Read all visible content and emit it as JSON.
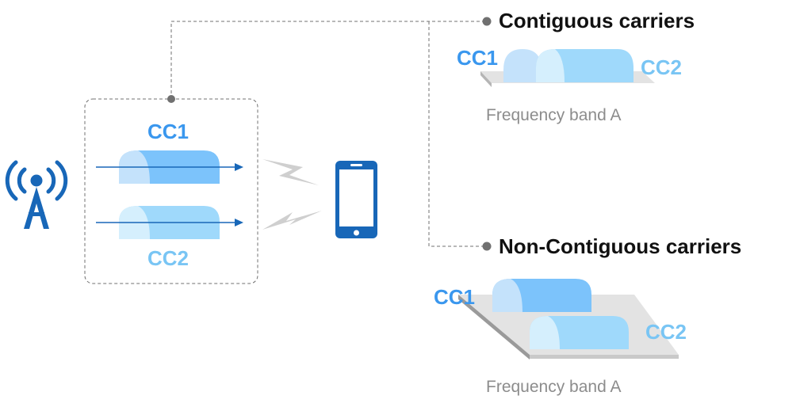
{
  "legend": {
    "contiguous": "Contiguous carriers",
    "non_contiguous": "Non-Contiguous carriers"
  },
  "base_station": {
    "cc1": "CC1",
    "cc2": "CC2"
  },
  "contiguous_example": {
    "cc1": "CC1",
    "cc2": "CC2",
    "band": "Frequency band A"
  },
  "non_contiguous_example": {
    "cc1": "CC1",
    "cc2": "CC2",
    "band": "Frequency band A"
  },
  "colors": {
    "cc1_fill": "#7cc3fb",
    "cc1_cap": "#c4e2fb",
    "cc2_fill": "#9fd9fb",
    "cc2_cap": "#d5effd",
    "accent_blue": "#1867b8",
    "label_blue": "#3a97ee",
    "label_light_blue": "#79c5f4",
    "platform_gray": "#e3e3e3",
    "dashed_line": "#707070"
  },
  "icons": [
    "cell-tower-icon",
    "smartphone-icon",
    "lightning-bolt-icon"
  ]
}
